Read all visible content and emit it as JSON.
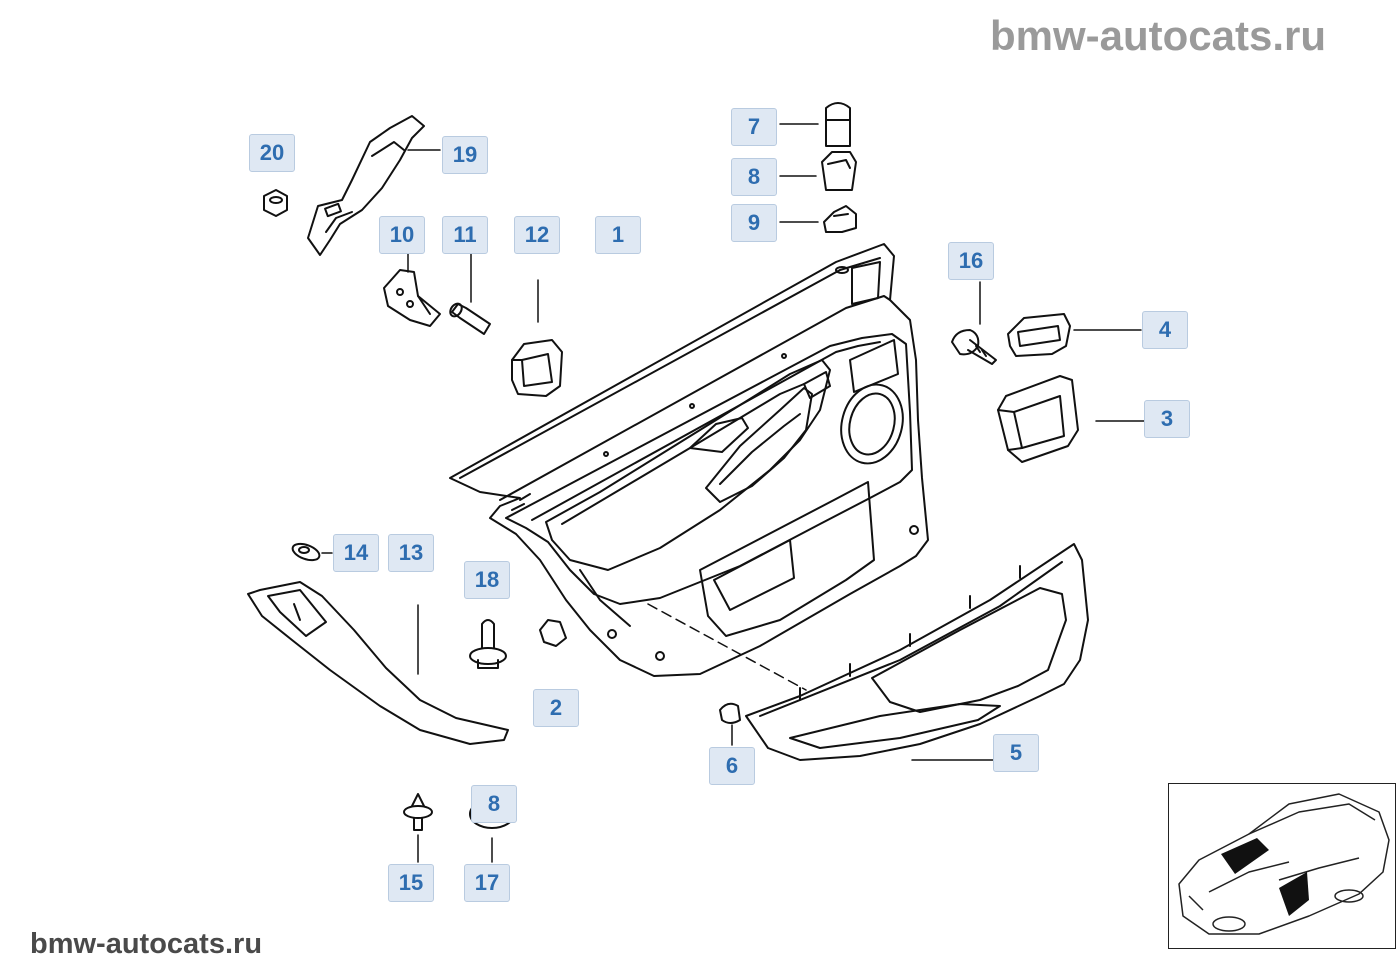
{
  "watermark": {
    "top": "bmw-autocats.ru",
    "bottom": "bmw-autocats.ru"
  },
  "callouts": [
    {
      "id": "c20",
      "label": "20"
    },
    {
      "id": "c19",
      "label": "19"
    },
    {
      "id": "c7",
      "label": "7"
    },
    {
      "id": "c8a",
      "label": "8"
    },
    {
      "id": "c9",
      "label": "9"
    },
    {
      "id": "c10",
      "label": "10"
    },
    {
      "id": "c11",
      "label": "11"
    },
    {
      "id": "c12",
      "label": "12"
    },
    {
      "id": "c1",
      "label": "1"
    },
    {
      "id": "c16",
      "label": "16"
    },
    {
      "id": "c4",
      "label": "4"
    },
    {
      "id": "c3",
      "label": "3"
    },
    {
      "id": "c14",
      "label": "14"
    },
    {
      "id": "c13",
      "label": "13"
    },
    {
      "id": "c18",
      "label": "18"
    },
    {
      "id": "c2",
      "label": "2"
    },
    {
      "id": "c6",
      "label": "6"
    },
    {
      "id": "c5",
      "label": "5"
    },
    {
      "id": "c8b",
      "label": "8"
    },
    {
      "id": "c15",
      "label": "15"
    },
    {
      "id": "c17",
      "label": "17"
    }
  ]
}
